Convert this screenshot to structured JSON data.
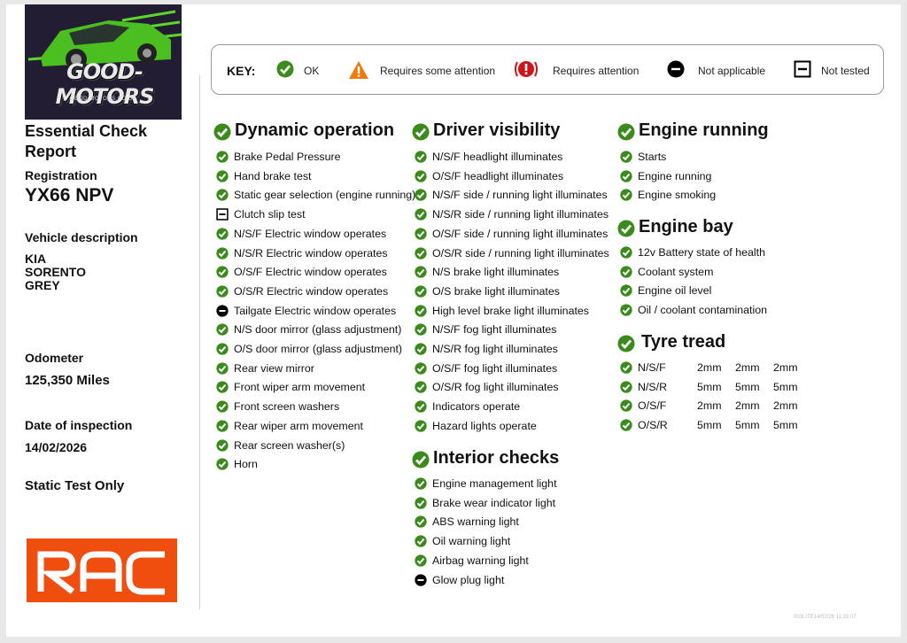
{
  "brand": {
    "logo_text": "GOOD-MOTORS",
    "logo_subtext": "GOOD-MOTORS.CO.UK",
    "accent": "#3aa81a"
  },
  "report": {
    "title": "Essential Check Report",
    "registration_label": "Registration",
    "registration": "YX66 NPV",
    "vehicle_label": "Vehicle description",
    "make": "KIA",
    "model": "SORENTO",
    "colour": "GREY",
    "odometer_label": "Odometer",
    "odometer": "125,350 Miles",
    "date_label": "Date of inspection",
    "date": "14/02/2026",
    "test_type": "Static Test Only",
    "rac_logo_text": "RAC"
  },
  "key": {
    "label": "KEY:",
    "items": [
      {
        "icon": "ok-check-icon",
        "text": "OK"
      },
      {
        "icon": "warning-triangle-icon",
        "text": "Requires some attention"
      },
      {
        "icon": "alert-red-icon",
        "text": "Requires attention"
      },
      {
        "icon": "not-applicable-icon",
        "text": "Not applicable"
      },
      {
        "icon": "not-tested-icon",
        "text": "Not tested"
      }
    ]
  },
  "sections": {
    "dynamic": {
      "title": "Dynamic operation",
      "items": [
        {
          "text": "Brake Pedal Pressure",
          "status": "ok"
        },
        {
          "text": "Hand brake test",
          "status": "ok"
        },
        {
          "text": "Static gear selection (engine running)",
          "status": "ok"
        },
        {
          "text": "Clutch slip test",
          "status": "not_tested"
        },
        {
          "text": "N/S/F Electric window operates",
          "status": "ok"
        },
        {
          "text": "N/S/R Electric window operates",
          "status": "ok"
        },
        {
          "text": "O/S/F Electric window operates",
          "status": "ok"
        },
        {
          "text": "O/S/R Electric window operates",
          "status": "ok"
        },
        {
          "text": "Tailgate Electric window operates",
          "status": "na"
        },
        {
          "text": "N/S door mirror (glass adjustment)",
          "status": "ok"
        },
        {
          "text": "O/S door mirror (glass adjustment)",
          "status": "ok"
        },
        {
          "text": "Rear view mirror",
          "status": "ok"
        },
        {
          "text": "Front wiper arm movement",
          "status": "ok"
        },
        {
          "text": "Front screen washers",
          "status": "ok"
        },
        {
          "text": "Rear wiper arm movement",
          "status": "ok"
        },
        {
          "text": "Rear screen washer(s)",
          "status": "ok"
        },
        {
          "text": "Horn",
          "status": "ok"
        }
      ]
    },
    "visibility": {
      "title": "Driver visibility",
      "items": [
        {
          "text": "N/S/F headlight illuminates",
          "status": "ok"
        },
        {
          "text": "O/S/F headlight illuminates",
          "status": "ok"
        },
        {
          "text": "N/S/F side / running light illuminates",
          "status": "ok"
        },
        {
          "text": "N/S/R side / running light illuminates",
          "status": "ok"
        },
        {
          "text": "O/S/F side / running light illuminates",
          "status": "ok"
        },
        {
          "text": "O/S/R side / running light illuminates",
          "status": "ok"
        },
        {
          "text": "N/S brake light illuminates",
          "status": "ok"
        },
        {
          "text": "O/S brake light illuminates",
          "status": "ok"
        },
        {
          "text": "High level brake light illuminates",
          "status": "ok"
        },
        {
          "text": "N/S/F fog light illuminates",
          "status": "ok"
        },
        {
          "text": "N/S/R fog light illuminates",
          "status": "ok"
        },
        {
          "text": "O/S/F fog light illuminates",
          "status": "ok"
        },
        {
          "text": "O/S/R fog light illuminates",
          "status": "ok"
        },
        {
          "text": "Indicators operate",
          "status": "ok"
        },
        {
          "text": "Hazard lights operate",
          "status": "ok"
        }
      ]
    },
    "interior": {
      "title": "Interior checks",
      "items": [
        {
          "text": "Engine management light",
          "status": "ok"
        },
        {
          "text": "Brake wear indicator light",
          "status": "ok"
        },
        {
          "text": "ABS warning light",
          "status": "ok"
        },
        {
          "text": "Oil warning light",
          "status": "ok"
        },
        {
          "text": "Airbag warning light",
          "status": "ok"
        },
        {
          "text": "Glow plug light",
          "status": "na"
        }
      ]
    },
    "engine_running": {
      "title": "Engine running",
      "items": [
        {
          "text": "Starts",
          "status": "ok"
        },
        {
          "text": "Engine running",
          "status": "ok"
        },
        {
          "text": "Engine smoking",
          "status": "ok"
        }
      ]
    },
    "engine_bay": {
      "title": "Engine bay",
      "items": [
        {
          "text": "12v Battery state of health",
          "status": "ok"
        },
        {
          "text": "Coolant system",
          "status": "ok"
        },
        {
          "text": "Engine oil level",
          "status": "ok"
        },
        {
          "text": "Oil / coolant contamination",
          "status": "ok"
        }
      ]
    },
    "tyre": {
      "title": "Tyre tread",
      "rows": [
        {
          "pos": "N/S/F",
          "d1": "2mm",
          "d2": "2mm",
          "d3": "2mm",
          "status": "ok"
        },
        {
          "pos": "N/S/R",
          "d1": "5mm",
          "d2": "5mm",
          "d3": "5mm",
          "status": "ok"
        },
        {
          "pos": "O/S/F",
          "d1": "2mm",
          "d2": "2mm",
          "d3": "2mm",
          "status": "ok"
        },
        {
          "pos": "O/S/R",
          "d1": "5mm",
          "d2": "5mm",
          "d3": "5mm",
          "status": "ok"
        }
      ]
    }
  },
  "footer": {
    "code": "003LITE14/02/26 11:33:07"
  },
  "colors": {
    "ok": "#3a8a1c",
    "warning": "#f07a0e",
    "alert": "#d0141b",
    "rac": "#f04e0f"
  }
}
